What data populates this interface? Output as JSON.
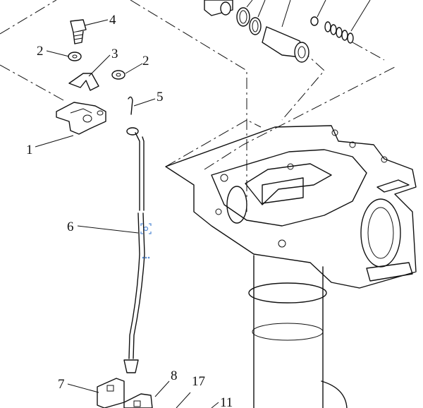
{
  "callouts": {
    "c1": "1",
    "c2a": "2",
    "c2b": "2",
    "c3": "3",
    "c4": "4",
    "c5": "5",
    "c6": "6",
    "c7": "7",
    "c8": "8",
    "c11": "11",
    "c17": "17"
  },
  "overlay": {
    "scan_icon": "scan-icon",
    "more_icon": "more-dots-icon",
    "accent_color": "#5b8fd6"
  }
}
